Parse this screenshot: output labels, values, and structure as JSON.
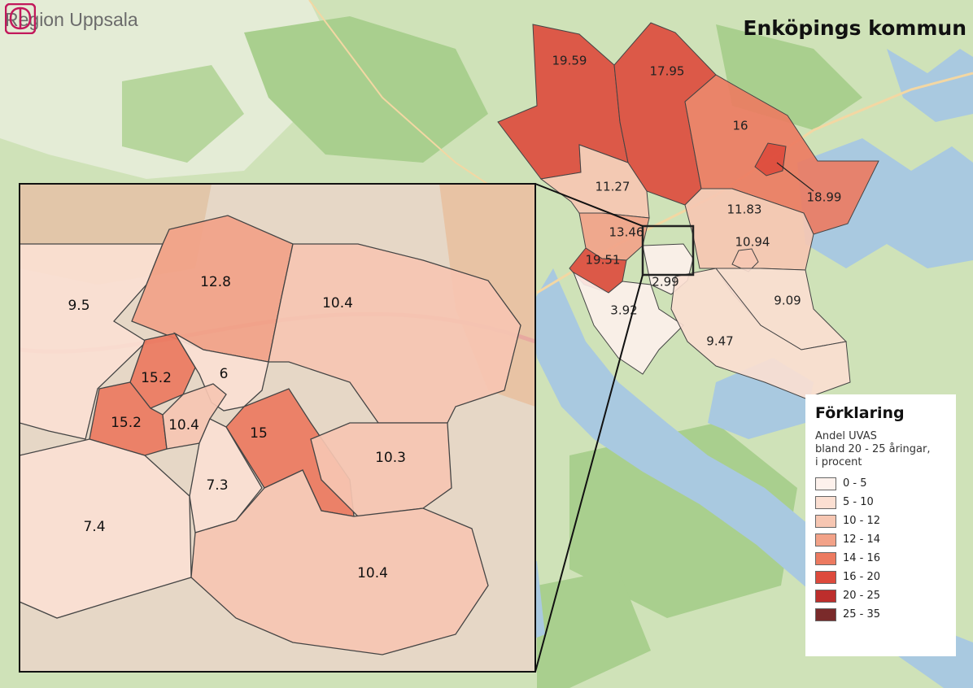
{
  "header": {
    "organization": "Region Uppsala",
    "title": "Enköpings kommun"
  },
  "legend": {
    "title": "Förklaring",
    "subtitle_lines": [
      "Andel UVAS",
      "bland 20 - 25 åringar,",
      "i procent"
    ],
    "classes": [
      {
        "label": "0 - 5",
        "color": "#fdf1ec"
      },
      {
        "label": "5 - 10",
        "color": "#fbdfd2"
      },
      {
        "label": "10 - 12",
        "color": "#f6c6b2"
      },
      {
        "label": "12 - 14",
        "color": "#f2a288"
      },
      {
        "label": "14 - 16",
        "color": "#ec7a60"
      },
      {
        "label": "16 - 20",
        "color": "#dd4a3c"
      },
      {
        "label": "20 - 25",
        "color": "#bd2e2c"
      },
      {
        "label": "25 - 35",
        "color": "#7a2a2a"
      }
    ]
  },
  "map_regions": [
    {
      "value": "19.59",
      "cls": 5
    },
    {
      "value": "17.95",
      "cls": 5
    },
    {
      "value": "16",
      "cls": 4
    },
    {
      "value": "18.99",
      "cls": 5
    },
    {
      "value": "11.27",
      "cls": 2
    },
    {
      "value": "11.83",
      "cls": 2
    },
    {
      "value": "13.46",
      "cls": 3
    },
    {
      "value": "19.51",
      "cls": 5
    },
    {
      "value": "10.94",
      "cls": 2
    },
    {
      "value": "2.99",
      "cls": 0
    },
    {
      "value": "3.92",
      "cls": 0
    },
    {
      "value": "9.09",
      "cls": 1
    },
    {
      "value": "9.47",
      "cls": 1
    }
  ],
  "inset_regions": [
    {
      "value": "9.5",
      "cls": 1
    },
    {
      "value": "12.8",
      "cls": 3
    },
    {
      "value": "10.4",
      "cls": 2
    },
    {
      "value": "15.2",
      "cls": 4
    },
    {
      "value": "6",
      "cls": 1
    },
    {
      "value": "15.2",
      "cls": 4
    },
    {
      "value": "10.4",
      "cls": 2
    },
    {
      "value": "15",
      "cls": 4
    },
    {
      "value": "10.3",
      "cls": 2
    },
    {
      "value": "7.3",
      "cls": 1
    },
    {
      "value": "7.4",
      "cls": 1
    },
    {
      "value": "10.4",
      "cls": 2
    }
  ],
  "colors": {
    "land": "#cfe2b8",
    "forest": "#a9cf8e",
    "water": "#a9c9e0",
    "outline": "#444444"
  }
}
